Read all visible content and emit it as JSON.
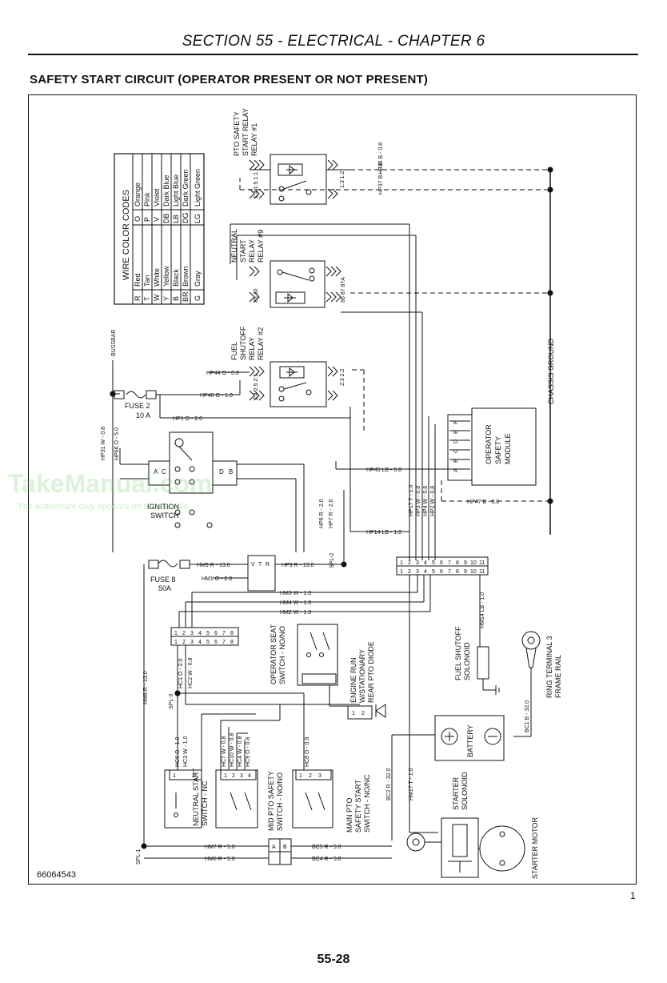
{
  "header": {
    "section_title": "SECTION 55 - ELECTRICAL - CHAPTER 6",
    "figure_title": "SAFETY START CIRCUIT (OPERATOR PRESENT OR NOT PRESENT)"
  },
  "watermark": {
    "brand": "TakeManual.com",
    "note": "The watermark only appears on this sample"
  },
  "wire_color_codes": {
    "title": "WIRE COLOR CODES",
    "rows": [
      {
        "c1": "R",
        "n1": "Red",
        "c2": "O",
        "n2": "Orange"
      },
      {
        "c1": "T",
        "n1": "Tan",
        "c2": "P",
        "n2": "Pink"
      },
      {
        "c1": "W",
        "n1": "White",
        "c2": "V",
        "n2": "Violet"
      },
      {
        "c1": "Y",
        "n1": "Yellow",
        "c2": "DB",
        "n2": "Dark Blue"
      },
      {
        "c1": "B",
        "n1": "Black",
        "c2": "LB",
        "n2": "Light Blue"
      },
      {
        "c1": "BR",
        "n1": "Brown",
        "c2": "DG",
        "n2": "Dark Green"
      },
      {
        "c1": "G",
        "n1": "Gray",
        "c2": "LG",
        "n2": "Light Green"
      }
    ]
  },
  "components": {
    "pto_relay": [
      "PTO SAFETY",
      "START RELAY",
      "RELAY #1"
    ],
    "pto_relay_pins_left": "1:4  1:5  1:1",
    "pto_relay_pins_right": "1:3  1:2",
    "neutral_relay": [
      "NEUTRAL",
      "START",
      "RELAY",
      "RELAY #9"
    ],
    "neutral_relay_pins_left": "85  30",
    "neutral_relay_pins_right": "86  87  87A",
    "fuel_relay": [
      "FUEL",
      "SHUTOFF",
      "RELAY",
      "RELAY #2"
    ],
    "fuel_relay_pins_left": "2:4  2:5  2:1",
    "fuel_relay_pins_right": "2:3  2:2",
    "fuse2": [
      "FUSE 2",
      "10 A"
    ],
    "fuse8": [
      "FUSE 8",
      "50A"
    ],
    "bussbar": "BUSSBAR",
    "ignition_switch": [
      "IGNITION",
      "SWITCH"
    ],
    "ignition_pins_left": [
      "A",
      "C"
    ],
    "ignition_pins_right": [
      "D",
      "B"
    ],
    "operator_safety_module": [
      "OPERATOR",
      "SAFETY",
      "MODULE"
    ],
    "osm_pins_top": [
      "F",
      "E",
      "D",
      "C",
      "B",
      "A"
    ],
    "chassis_ground": "CHASSIS GROUND",
    "operator_seat_switch": [
      "OPERATOR SEAT",
      "SWITCH - NO/NO"
    ],
    "engine_run_diode": [
      "ENGINE RUN",
      "W/STATIONARY",
      "REAR PTO DIODE"
    ],
    "neutral_start_switch": [
      "NEUTRAL START",
      "SWITCH - NC"
    ],
    "mid_pto_switch": [
      "MID PTO SAFETY",
      "SWITCH - NO/NO"
    ],
    "main_pto_switch": [
      "MAIN PTO",
      "SAFETY START",
      "SWITCH - NO/NC"
    ],
    "fuel_shutoff_solenoid": [
      "FUEL SHUTOFF",
      "SOLONOID"
    ],
    "ring_terminal": [
      "RING TERMINAL 3",
      "FRAME RAIL"
    ],
    "battery": "BATTERY",
    "starter_solenoid": [
      "STARTER",
      "SOLONOID"
    ],
    "starter_motor": "STARTER MOTOR",
    "spl1": "SPL-1",
    "spl2": "SPL-2",
    "spl3": "SPL-3",
    "vtr": [
      "V",
      "T",
      "R"
    ],
    "connector_ab": [
      "A",
      "B"
    ]
  },
  "wires": {
    "hp36": "HP36 B - 0.8",
    "hp37": "HP37 B - 0.8",
    "hp44": "HP44 O - 0.8",
    "hp46": "HP46 O - 1.0",
    "hp1": "HP1 O - 2.0",
    "hp31": "HP31 W - 0.8",
    "hp66": "HP66 O - 5.0",
    "hp45": "HP45 LB - 0.8",
    "hp47": "HP47 B - 0.8",
    "hp6": "HP6 R - 2.0",
    "hp7": "HP7 R - 2.0",
    "hp14": "HP14 LB - 1.0",
    "hp17": "HP17 T - 1.0",
    "hp3": "HP3 W - 0.8",
    "hp4": "HP4 W - 0.8",
    "hp2": "HP2 W - 0.8",
    "hm9": "HM9 R - 13.0",
    "hp9": "HP9 R - 13.0",
    "hm1": "HM1 O - 2.0",
    "hm3": "HM3 W - 1.0",
    "hm4": "HM4 W - 1.0",
    "hm2": "HM2 W - 1.0",
    "hm14": "HM14 LB - 1.0",
    "hm8": "HM8 R - 13.0",
    "hc1": "HC1 O - 2.0",
    "hc2": "HC2 W - 0.8",
    "hc6": "HC6 O - 1.0",
    "hc3": "HC3 W - 1.0",
    "hc7": "HC7 W - 0.8",
    "hc10": "HC10 W - 0.8",
    "hc4": "HC4 W - 0.8",
    "hc9": "HC9 O - 0.8",
    "hc8": "HC8 O - 0.8",
    "bc2": "BC2 R - 32.0",
    "hm17": "HM17 T - 1.0",
    "bc1": "BC1 B - 32.0",
    "hm7": "HM7 R - 5.0",
    "hm6": "HM6 R - 5.0",
    "bc5": "BC5 R - 5.0",
    "bc4": "BC4 R - 5.0"
  },
  "connectors": {
    "c11_top": [
      "1",
      "2",
      "3",
      "4",
      "5",
      "6",
      "7",
      "8",
      "9",
      "10",
      "11"
    ],
    "c11_bottom": [
      "1",
      "2",
      "3",
      "4",
      "5",
      "6",
      "7",
      "8",
      "9",
      "10",
      "11"
    ],
    "c8_top": [
      "1",
      "2",
      "3",
      "4",
      "5",
      "6",
      "7",
      "8"
    ],
    "c8_bottom": [
      "1",
      "2",
      "3",
      "4",
      "5",
      "6",
      "7",
      "8"
    ],
    "n_three": [
      "1",
      "2",
      "3"
    ],
    "n_four": [
      "1",
      "2",
      "3",
      "4"
    ],
    "n_two": [
      "1",
      "2"
    ]
  },
  "footer": {
    "figure_number": "66064543",
    "mark": "1",
    "page_number": "55-28"
  }
}
